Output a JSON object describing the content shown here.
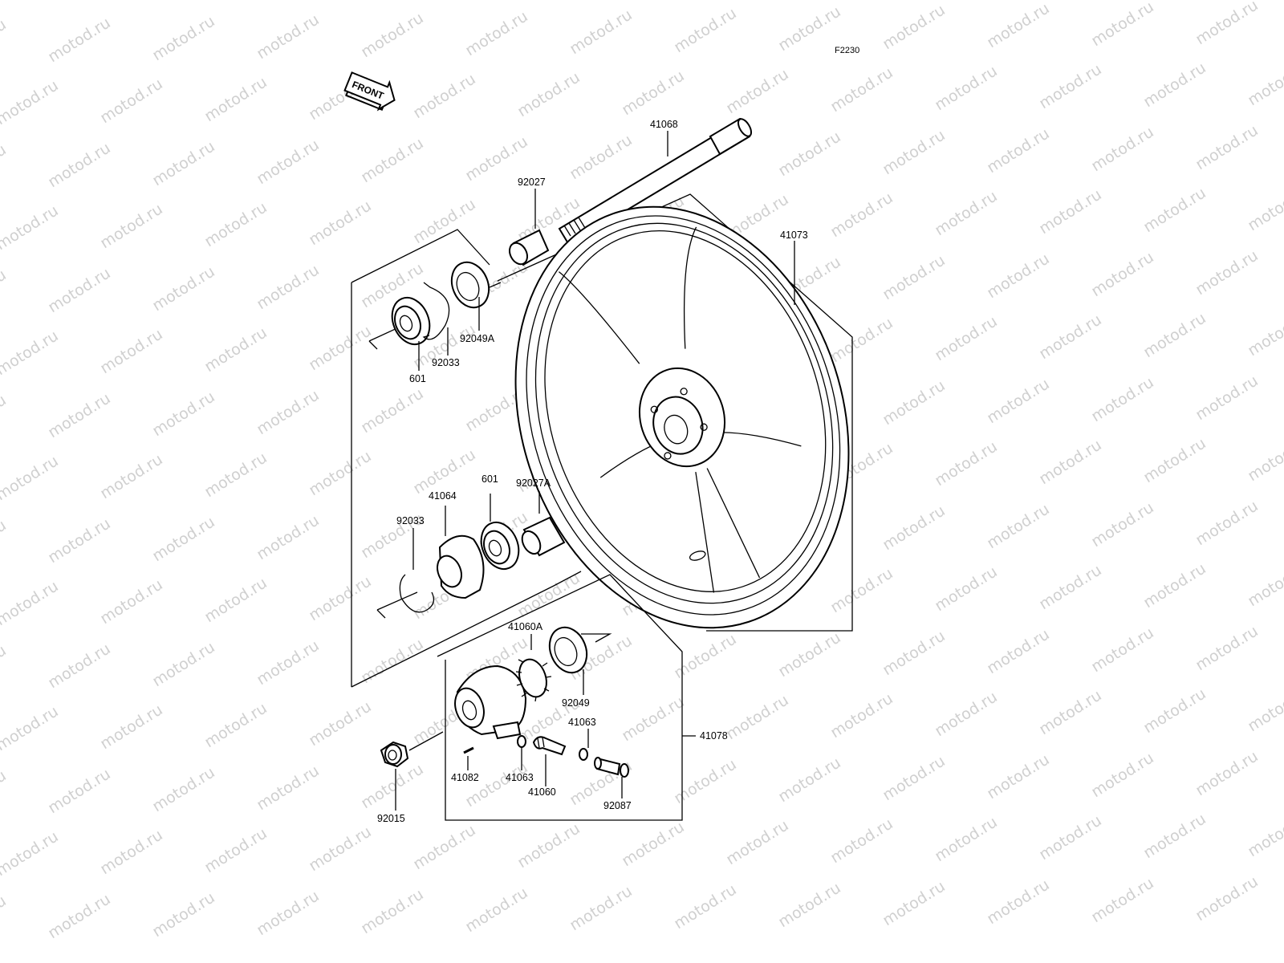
{
  "diagram": {
    "code": "F2230",
    "front_arrow": "FRONT",
    "watermark": "motod.ru",
    "labels": [
      {
        "id": "41068",
        "text": "41068"
      },
      {
        "id": "92027",
        "text": "92027"
      },
      {
        "id": "41073",
        "text": "41073"
      },
      {
        "id": "92049A",
        "text": "92049A"
      },
      {
        "id": "92033-top",
        "text": "92033"
      },
      {
        "id": "601-top",
        "text": "601"
      },
      {
        "id": "601-mid",
        "text": "601"
      },
      {
        "id": "92027A",
        "text": "92027A"
      },
      {
        "id": "41064",
        "text": "41064"
      },
      {
        "id": "92033-mid",
        "text": "92033"
      },
      {
        "id": "41060A",
        "text": "41060A"
      },
      {
        "id": "92049",
        "text": "92049"
      },
      {
        "id": "41063-right",
        "text": "41063"
      },
      {
        "id": "41078",
        "text": "41078"
      },
      {
        "id": "41082",
        "text": "41082"
      },
      {
        "id": "41063-left",
        "text": "41063"
      },
      {
        "id": "41060",
        "text": "41060"
      },
      {
        "id": "92087",
        "text": "92087"
      },
      {
        "id": "92015",
        "text": "92015"
      }
    ]
  }
}
